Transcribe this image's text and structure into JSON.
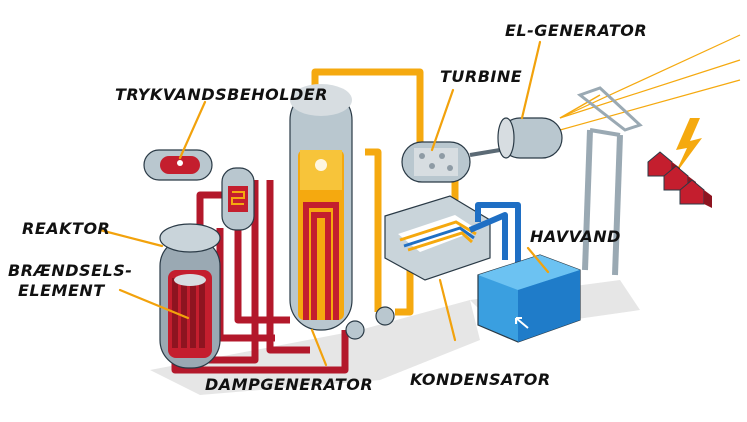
{
  "labels": {
    "trykvandsbeholder": "TRYKVANDSBEHOLDER",
    "turbine": "TURBINE",
    "el_generator": "EL-GENERATOR",
    "reaktor": "REAKTOR",
    "braendsels_line1": "BRÆNDSELS-",
    "braendsels_line2": "ELEMENT",
    "havvand": "HAVVAND",
    "dampgenerator": "DAMPGENERATOR",
    "kondensator": "KONDENSATOR"
  },
  "colors": {
    "primary_loop": "#b3182b",
    "steam_loop": "#f5a90f",
    "sea_water": "#1f6fc4",
    "vessel_grey": "#b9c7cf",
    "label_leader": "#f2a20c"
  }
}
